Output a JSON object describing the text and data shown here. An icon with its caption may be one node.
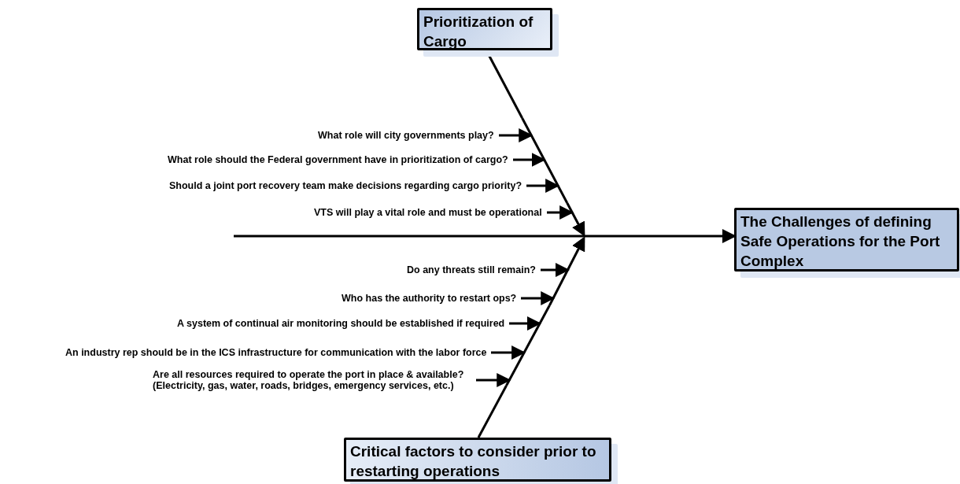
{
  "diagram": {
    "nodes": [
      {
        "text": [
          "Prioritization of Cargo"
        ]
      },
      {
        "text": [
          "The Challenges of defining Safe Operations for the Port Complex"
        ]
      },
      {
        "text": [
          "Critical factors to consider prior to restarting operations"
        ]
      },
      {
        "text": [
          "What role will city governments play?"
        ]
      },
      {
        "text": [
          "What role should the Federal government have in prioritization of cargo?"
        ]
      },
      {
        "text": [
          "Should a joint port recovery team make decisions regarding cargo priority?"
        ]
      },
      {
        "text": [
          "VTS will play a vital role and must be operational"
        ]
      },
      {
        "text": [
          "Do any threats still remain?"
        ]
      },
      {
        "text": [
          "Who has the authority to restart ops?"
        ]
      },
      {
        "text": [
          "A system of continual air monitoring should be established if required"
        ]
      },
      {
        "text": [
          "An industry rep should be in the ICS infrastructure for communication with the labor force"
        ]
      },
      {
        "text": [
          "Are all resources required to operate the port in place & available? (Electricity, gas, water, roads, bridges, emergency services, etc.)"
        ]
      },
      {
        "text": [],
        "shape": "line"
      },
      {
        "text": [],
        "shape": "line"
      }
    ],
    "edges": [
      {
        "from": null,
        "to": 1,
        "arrow": "to"
      },
      {
        "from": 12,
        "to": null,
        "arrow": "to"
      },
      {
        "from": 13,
        "to": null,
        "arrow": "to"
      },
      {
        "from": 3,
        "to": 12,
        "arrow": "to"
      },
      {
        "from": 4,
        "to": 12,
        "arrow": "to"
      },
      {
        "from": 5,
        "to": 12,
        "arrow": "to"
      },
      {
        "from": 6,
        "to": 12,
        "arrow": "to"
      },
      {
        "from": 7,
        "to": null,
        "arrow": "to"
      },
      {
        "from": 8,
        "to": 13,
        "arrow": "to"
      },
      {
        "from": 9,
        "to": 13,
        "arrow": "to"
      },
      {
        "from": 10,
        "to": 13,
        "arrow": "to"
      },
      {
        "from": 11,
        "to": 13,
        "arrow": "to"
      },
      {
        "from": 0,
        "to": 12,
        "arrow": "none"
      },
      {
        "from": 2,
        "to": 13,
        "arrow": "none"
      }
    ]
  }
}
